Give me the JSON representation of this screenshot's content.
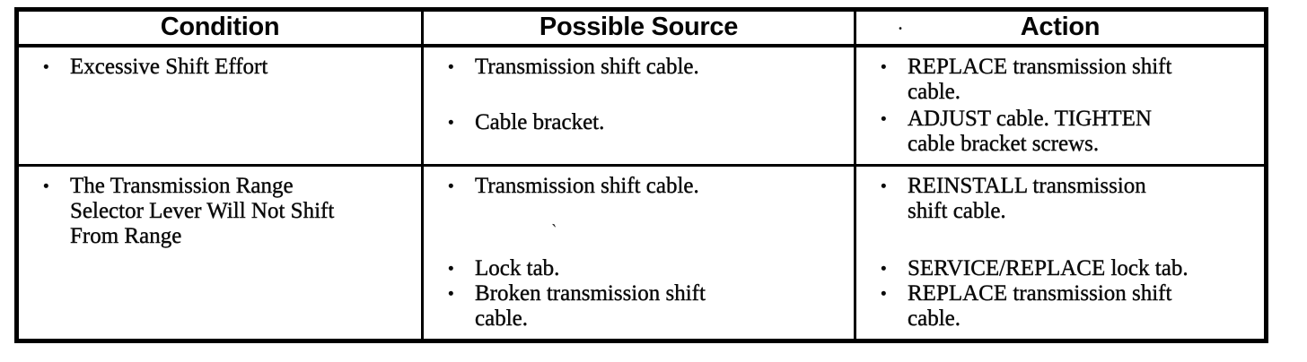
{
  "table": {
    "bullet": "•",
    "headers": [
      "Condition",
      "Possible Source",
      "Action"
    ],
    "rows": [
      {
        "condition": [
          "Excessive Shift Effort"
        ],
        "source": [
          "Transmission shift cable.",
          "Cable bracket."
        ],
        "action": [
          "REPLACE transmission shift\ncable.",
          "ADJUST cable. TIGHTEN\ncable bracket screws."
        ]
      },
      {
        "condition": [
          "The Transmission Range\nSelector Lever Will Not Shift\nFrom Range"
        ],
        "source": [
          "Transmission shift cable.",
          "Lock tab.",
          "Broken transmission shift\ncable."
        ],
        "action": [
          "REINSTALL transmission\nshift cable.",
          "SERVICE/REPLACE lock tab.",
          "REPLACE transmission shift\ncable."
        ]
      }
    ]
  },
  "artifacts": {
    "tick": "`",
    "dot": "."
  }
}
